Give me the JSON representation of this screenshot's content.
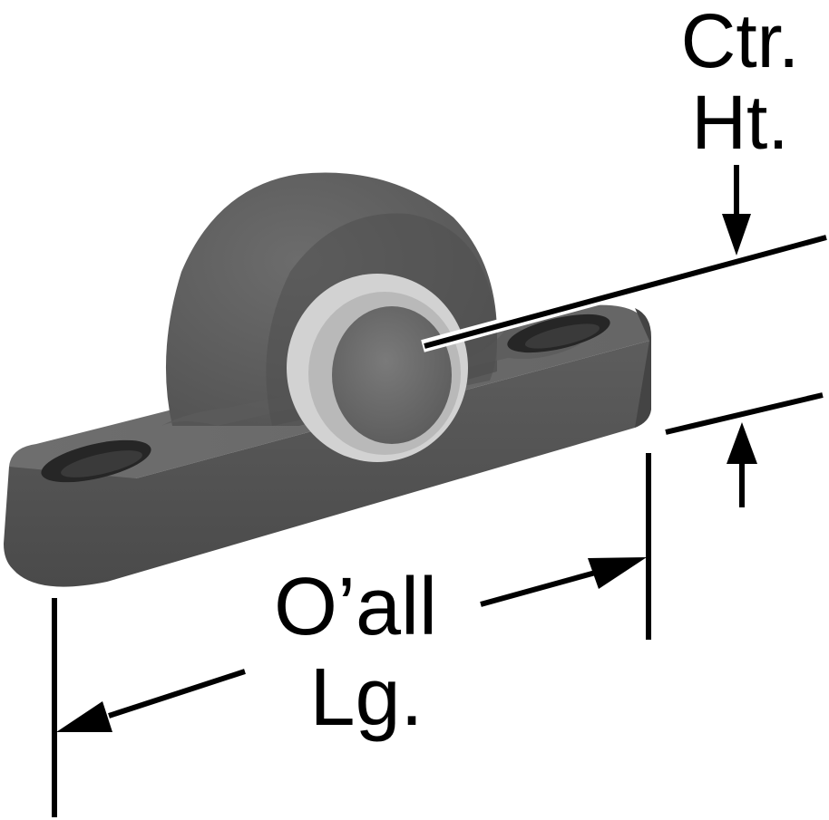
{
  "labels": {
    "center_height_line1": "Ctr.",
    "center_height_line2": "Ht.",
    "overall_length_line1": "O’all",
    "overall_length_line2": "Lg."
  },
  "colors": {
    "housing": "#626262",
    "housing_dark": "#474747",
    "insert": "#d2d2d2",
    "bore": "#6e6e6e",
    "slot_hole": "#262626",
    "dimension_lines": "#000000"
  }
}
